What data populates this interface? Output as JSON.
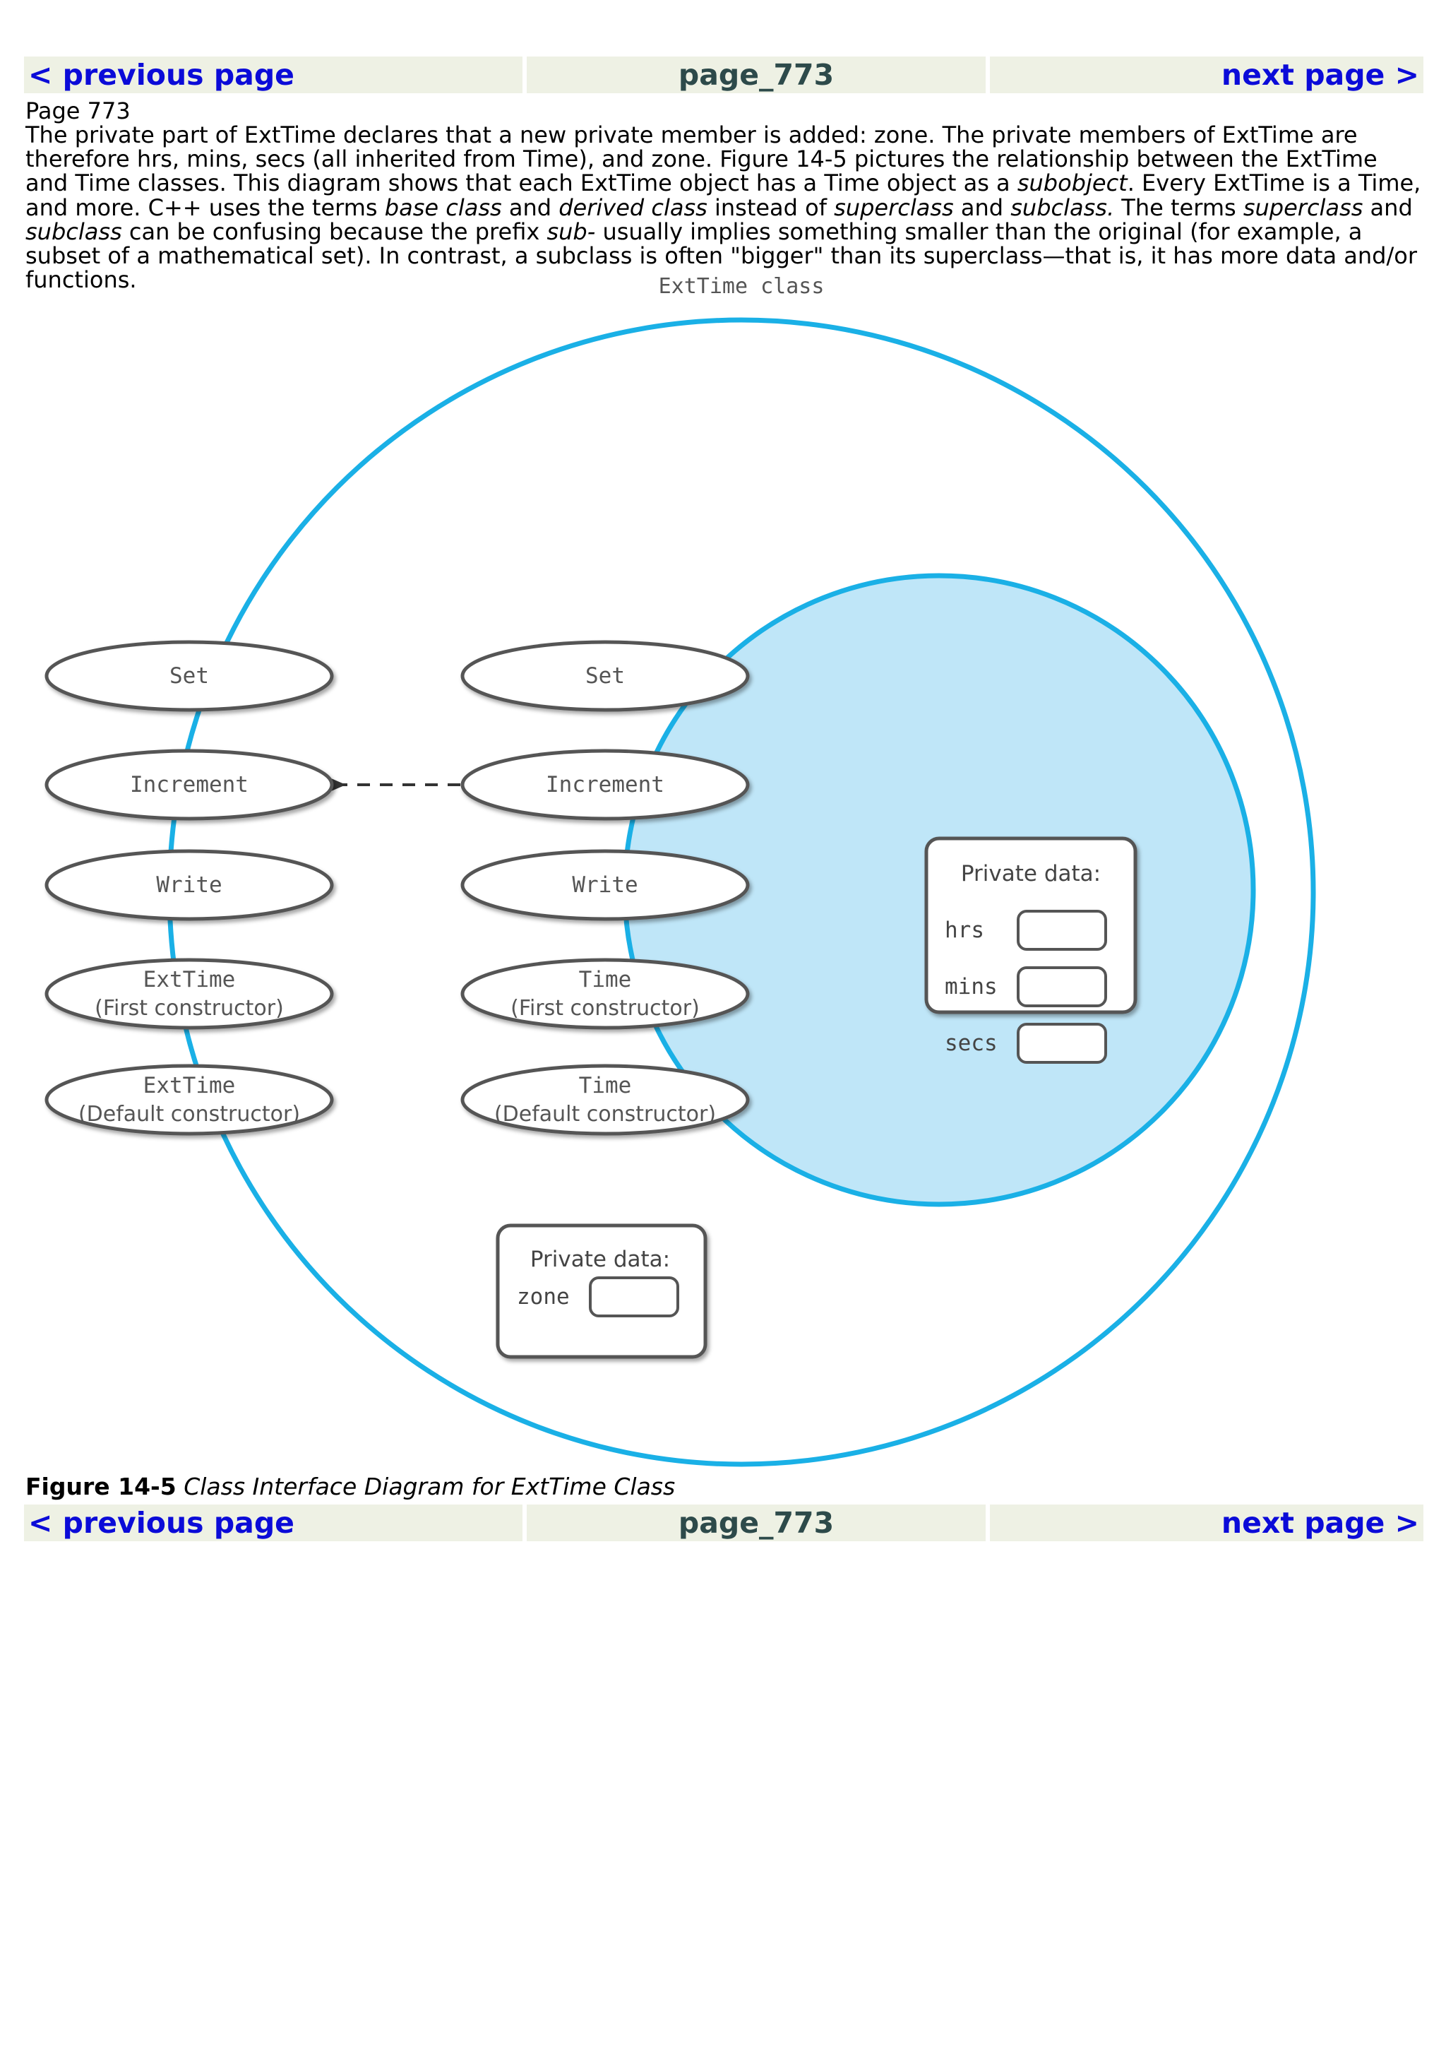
{
  "nav": {
    "prev_label": "< previous page",
    "page_label": "page_773",
    "next_label": "next page >"
  },
  "page_number_text": "Page 773",
  "paragraph": [
    {
      "text": "The private part of ExtTime declares that a new private member is added: zone. The private members of ExtTime are therefore hrs, mins, secs (all inherited from Time), and zone. Figure 14-5 pictures the relationship between the ExtTime and Time classes. This diagram shows that each ExtTime object has a Time object as a "
    },
    {
      "text": "subobject",
      "italic": true
    },
    {
      "text": ". Every ExtTime is a Time, and more. C++ uses the terms "
    },
    {
      "text": "base class",
      "italic": true
    },
    {
      "text": " and "
    },
    {
      "text": "derived class",
      "italic": true
    },
    {
      "text": " instead of "
    },
    {
      "text": "superclass",
      "italic": true
    },
    {
      "text": " and "
    },
    {
      "text": "subclass.",
      "italic": true
    },
    {
      "text": " The terms "
    },
    {
      "text": "superclass",
      "italic": true
    },
    {
      "text": " and "
    },
    {
      "text": "subclass",
      "italic": true
    },
    {
      "text": " can be confusing because the prefix "
    },
    {
      "text": "sub-",
      "italic": true
    },
    {
      "text": " usually implies something smaller than the original (for example, a subset of a mathematical set). In contrast, a subclass is often \"bigger\" than its superclass—that is, it has more data and/or functions."
    }
  ],
  "diagram": {
    "outer_title": "ExtTime class",
    "outer_ovals": [
      {
        "lines": [
          "Set"
        ]
      },
      {
        "lines": [
          "Increment"
        ]
      },
      {
        "lines": [
          "Write"
        ]
      },
      {
        "lines": [
          "ExtTime",
          "(First constructor)"
        ]
      },
      {
        "lines": [
          "ExtTime",
          "(Default constructor)"
        ]
      }
    ],
    "inner_ovals": [
      {
        "lines": [
          "Set"
        ]
      },
      {
        "lines": [
          "Increment"
        ]
      },
      {
        "lines": [
          "Write"
        ]
      },
      {
        "lines": [
          "Time",
          "(First constructor)"
        ]
      },
      {
        "lines": [
          "Time",
          "(Default constructor)"
        ]
      }
    ],
    "time_private": {
      "title": "Private data:",
      "fields": [
        "hrs",
        "mins",
        "secs"
      ]
    },
    "exttime_private": {
      "title": "Private data:",
      "fields": [
        "zone"
      ]
    },
    "colors": {
      "outer_ring": "#1ab0e6",
      "inner_fill": "#bfe6f8",
      "oval_fill": "#ffffff",
      "oval_stroke": "#555555",
      "text": "#555555"
    }
  },
  "caption": {
    "label": "Figure 14-5",
    "text": "Class Interface Diagram for ExtTime Class"
  }
}
